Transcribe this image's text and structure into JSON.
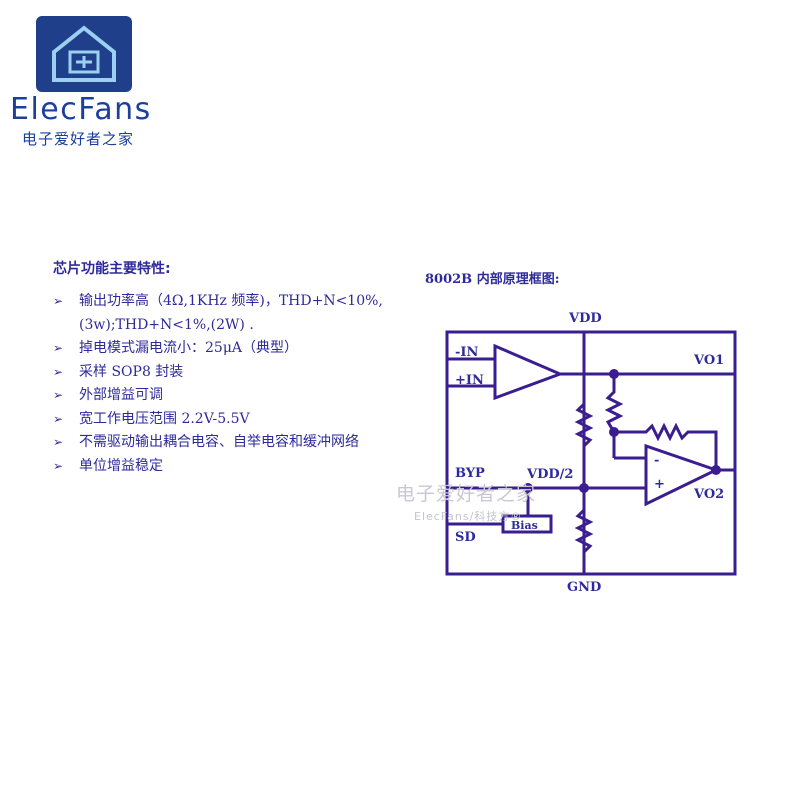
{
  "logo": {
    "name": "ElecFans",
    "subtitle": "电子爱好者之家",
    "icon": "house-chip-logo-icon"
  },
  "features": {
    "title": "芯片功能主要特性:",
    "bullet_icon": "arrow-bullet-icon",
    "items": [
      "输出功率高（4Ω,1KHz 频率)，THD+N<10%,(3w);THD+N<1%,(2W) .",
      "掉电模式漏电流小：25μA（典型）",
      "采样 SOP8 封装",
      "外部增益可调",
      "宽工作电压范围 2.2V-5.5V",
      "不需驱动输出耦合电容、自举电容和缓冲网络",
      "单位增益稳定"
    ]
  },
  "diagram": {
    "title": "8002B 内部原理框图:",
    "labels": {
      "vdd": "VDD",
      "gnd": "GND",
      "in_minus": "-IN",
      "in_plus": "+IN",
      "vo1": "VO1",
      "vo2": "VO2",
      "byp": "BYP",
      "vdd_half": "VDD/2",
      "sd": "SD",
      "bias": "Bias",
      "amp2_minus": "-",
      "amp2_plus": "+"
    },
    "line_color": "#3a1d8f"
  },
  "watermark": {
    "line1": "电子爱好者之家",
    "line2": "ElecFans/科技方®"
  }
}
